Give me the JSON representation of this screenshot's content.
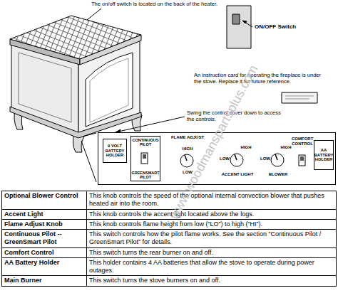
{
  "diagram": {
    "nodes": [
      {
        "text": [
          "FLAME ADJUST",
          "HIGH",
          "LOW",
          "ACCENT LIGHT",
          "HIGH",
          "LOW",
          "BLOWER",
          "HIGH",
          "LOW",
          "COMFORT CONTROL"
        ]
      },
      {
        "text": [
          "9 VOLT BATTERY HOLDER"
        ],
        "in": 0
      },
      {
        "text": [
          "CONTINUOUS PILOT",
          "GREENSMART PILOT"
        ],
        "in": 0
      },
      {
        "text": [
          "AA BATTERY HOLDER"
        ],
        "in": 0
      }
    ],
    "labels": [
      "The on/off switch is located on the back of the heater.",
      "ON/OFF Switch",
      "An instruction card for operating the fireplace is under the stove.  Replace it for future reference.",
      "Swing the control cover down to access the controls.",
      "Optional Blower Control",
      "This knob controls the speed of the optional internal convection blower that pushes heated air into the room.",
      "Accent Light",
      "This knob controls the accent light located above the logs.",
      "Flame Adjust Knob",
      "This knob controls flame height from low (“LO”) to high (“HI”).",
      "Continuous Pilot -- GreenSmart Pilot",
      "This switch controls how the pilot flame works. See the section “Continuous Pilot / GreenSmart Pilot” for details.",
      "Comfort Control",
      "This switch turns the rear burner on and off.",
      "AA Battery Holder",
      "This holder contains 4 AA batteries that allow the stove to operate during power outages.",
      "Main Burner",
      "This switch turns the stove burners on and off.",
      "www.woodmanspartsplus.com"
    ]
  }
}
